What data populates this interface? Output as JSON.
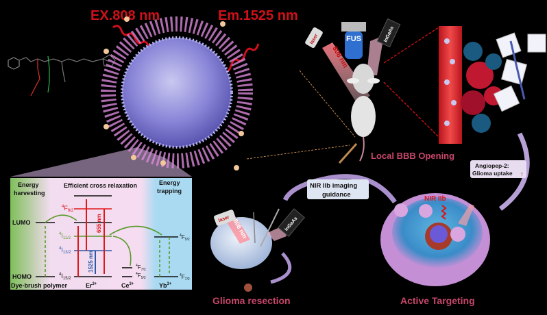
{
  "excitation_label": "EX.808 nm",
  "emission_label": "Em.1525 nm",
  "energy_diagram": {
    "section_harvesting": [
      "Energy",
      "harvesting"
    ],
    "section_cross_relaxation": "Efficient cross relaxation",
    "section_trapping": [
      "Energy",
      "trapping"
    ],
    "lumo": "LUMO",
    "homo": "HOMO",
    "dye_label": "Dye-brush polymer",
    "er_label": {
      "base": "Er",
      "sup": "3+"
    },
    "ce_label": {
      "base": "Ce",
      "sup": "3+"
    },
    "yb_label": {
      "base": "Yb",
      "sup": "3+"
    },
    "levels": {
      "f92": {
        "sup": "4",
        "base": "F",
        "sub": "9/2"
      },
      "i112": {
        "sup": "4",
        "base": "I",
        "sub": "11/2"
      },
      "i132": {
        "sup": "4",
        "base": "I",
        "sub": "13/2"
      },
      "i152": {
        "sup": "4",
        "base": "I",
        "sub": "15/2"
      },
      "ce_f72": {
        "sup": "4",
        "base": "F",
        "sub": "7/2"
      },
      "ce_f52": {
        "sup": "4",
        "base": "F",
        "sub": "5/2"
      },
      "yb_f52": {
        "sup": "4",
        "base": "F",
        "sub": "5/2"
      },
      "yb_f72": {
        "sup": "4",
        "base": "F",
        "sub": "7/2"
      }
    },
    "transition_655": "655 nm",
    "transition_1525": "1525 nm",
    "colors": {
      "red": "#e0161b",
      "blue": "#2a5aa8",
      "green": "#5a9a2c",
      "harvest_bg": "#7fbf5a",
      "middle_bg": "#f6dcf0",
      "trap_bg": "#a9daf2"
    }
  },
  "mouse_setup": {
    "laser": "laser",
    "wavelength": "808 nm",
    "fus": "FUS",
    "detector": "InGaAs"
  },
  "bbb_label": "Local BBB Opening",
  "angiopep": {
    "line1": "Angiopep-2:",
    "line2": "Glioma uptake",
    "arrow": "↑"
  },
  "imaging_guidance": {
    "line1": "NIR IIb imaging",
    "line2": "guidance"
  },
  "cell_label": "NIR IIb",
  "resection_setup": {
    "laser": "laser",
    "wavelength": "808 nm",
    "detector": "InGaAs"
  },
  "glioma_resection": "Glioma resection",
  "active_targeting": "Active Targeting",
  "colors": {
    "title_red": "#d0101a",
    "stage_pink": "#c8466a",
    "background": "#000000"
  }
}
